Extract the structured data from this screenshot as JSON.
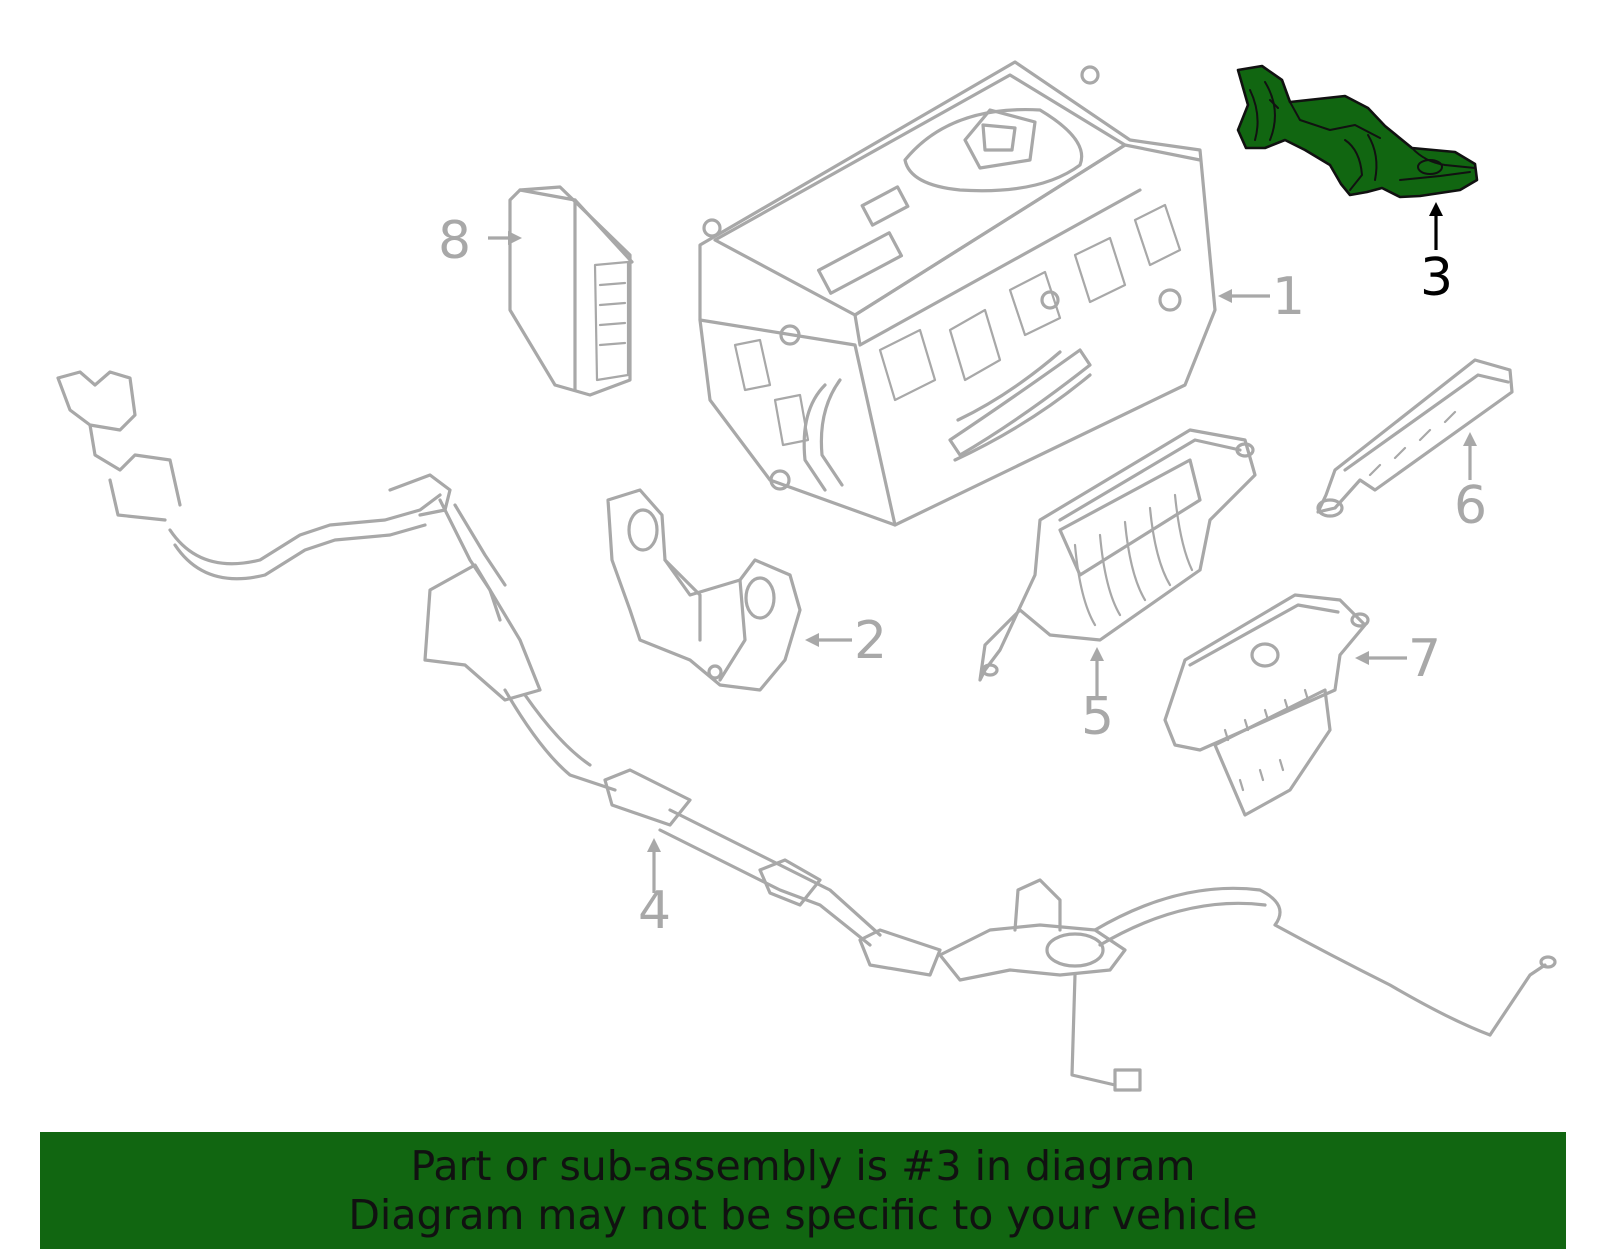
{
  "colors": {
    "highlight": "#116611",
    "part_line": "#a8a8a8",
    "banner_background": "#116611",
    "banner_text": "#111111",
    "highlight_label": "#000000",
    "background": "#ffffff"
  },
  "callouts": {
    "c1": "1",
    "c2": "2",
    "c3": "3",
    "c4": "4",
    "c5": "5",
    "c6": "6",
    "c7": "7",
    "c8": "8"
  },
  "highlighted_part": "3",
  "banner": {
    "line1": "Part or sub-assembly is #3 in diagram",
    "line2": "Diagram may not be specific to your vehicle"
  }
}
